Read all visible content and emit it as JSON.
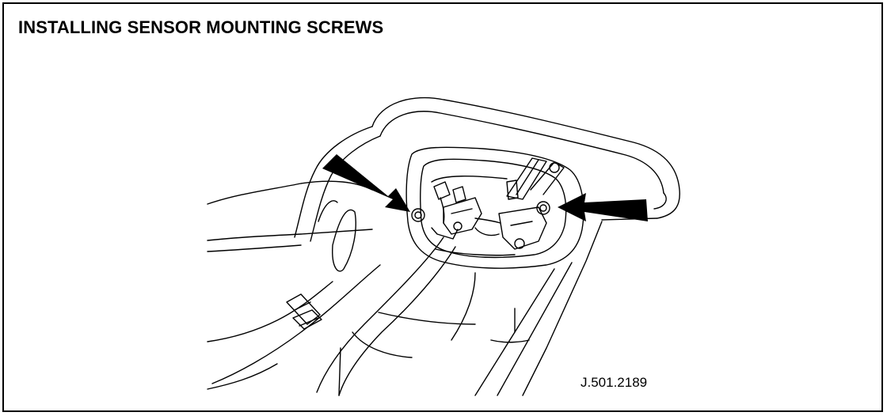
{
  "diagram": {
    "title": "INSTALLING SENSOR MOUNTING SCREWS",
    "figure_ref": "J.501.2189",
    "illustration": "sensor-mount-housing",
    "callouts": [
      {
        "name": "left-arrow",
        "points_to": "left-mounting-screw"
      },
      {
        "name": "right-arrow",
        "points_to": "right-mounting-screw"
      }
    ],
    "colors": {
      "line": "#000000",
      "background": "#ffffff"
    }
  }
}
